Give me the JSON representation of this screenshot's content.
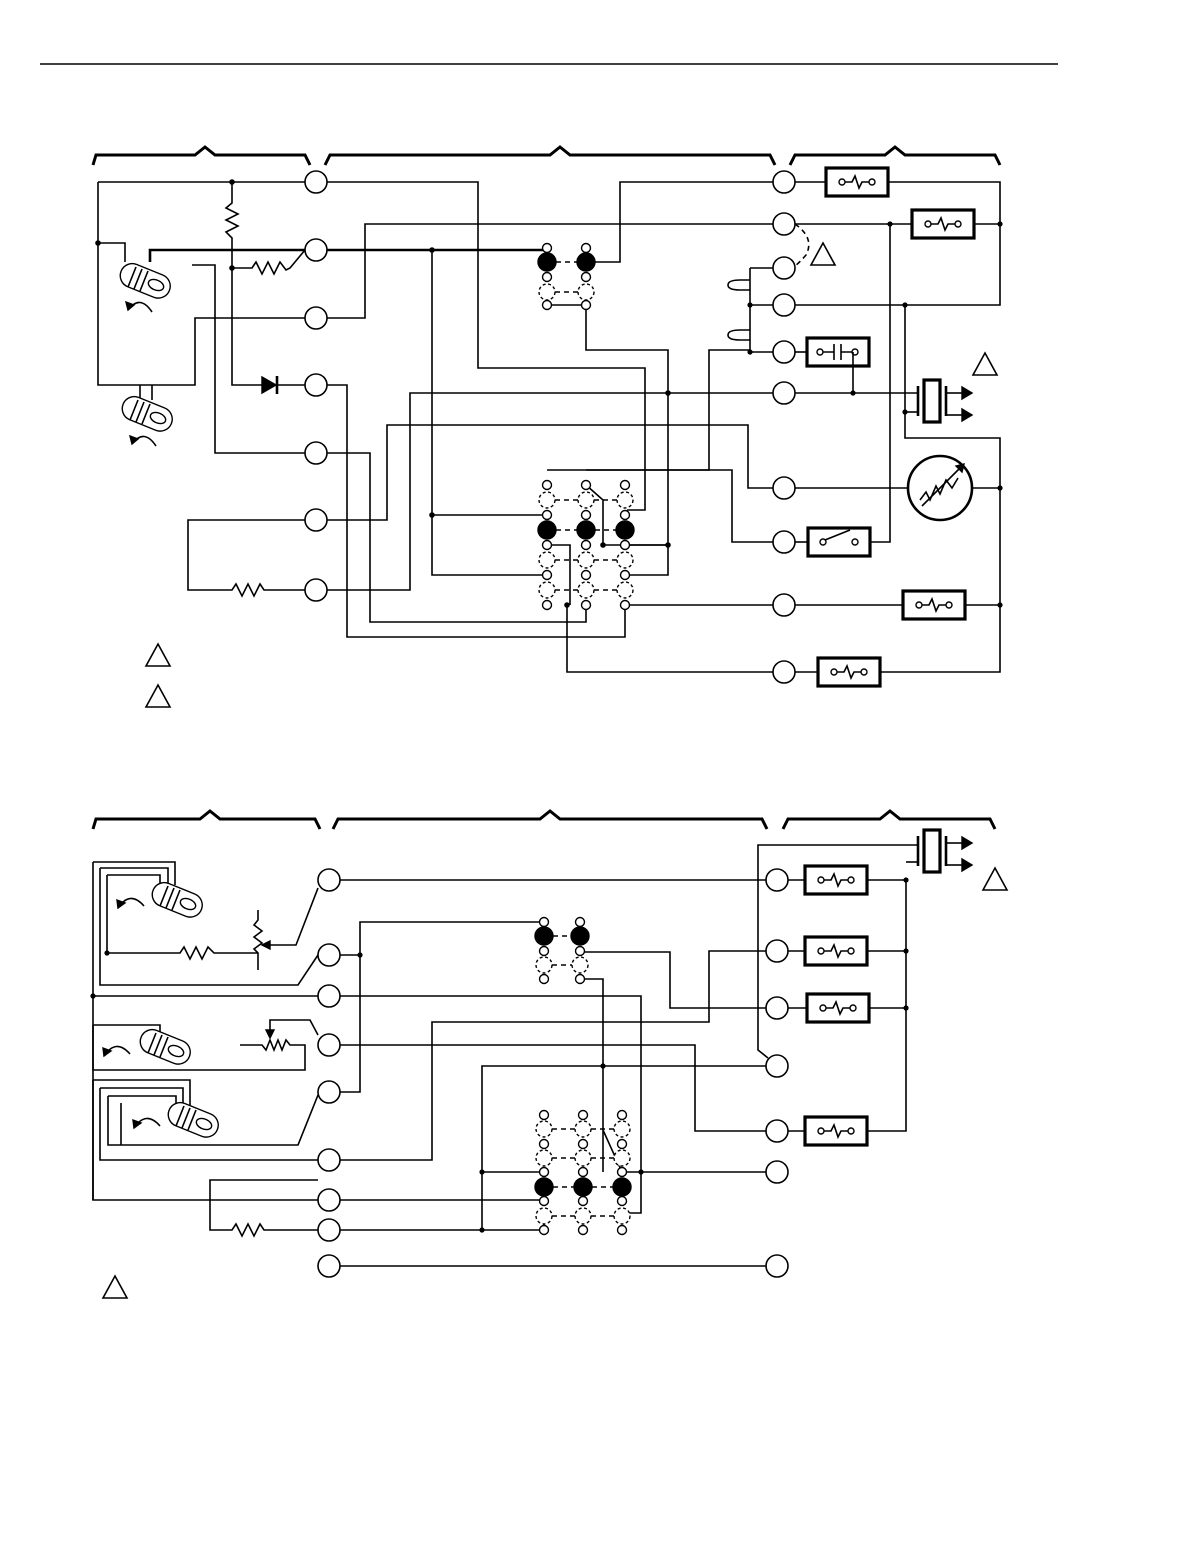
{
  "diagram": {
    "title": "",
    "labels": []
  },
  "icons": [
    "rule-line",
    "brace",
    "terminal-circle",
    "load-resistor-box",
    "capacitor-box",
    "switch-box",
    "resistor-zigzag",
    "diode",
    "lamp-bulb",
    "motor-rheostat-symbol",
    "relay-contacts",
    "mercury-switch",
    "warning-triangle",
    "potentiometer"
  ]
}
